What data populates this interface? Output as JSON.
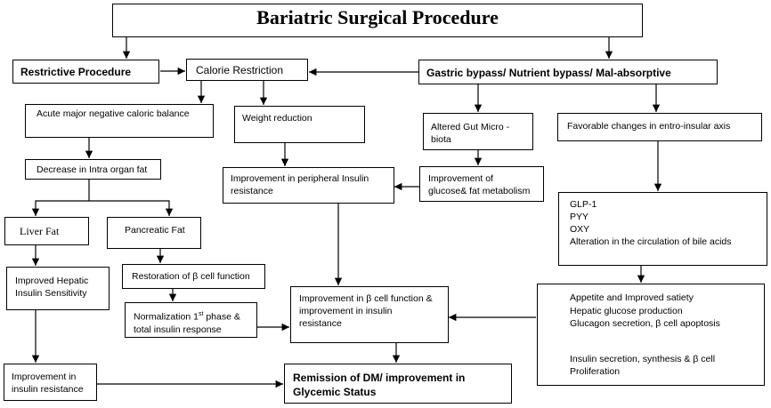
{
  "title": "Bariatric Surgical Procedure",
  "nodes": {
    "restrictive": "Restrictive Procedure",
    "calorie": "Calorie Restriction",
    "gastric": "Gastric bypass/ Nutrient bypass/ Mal-absorptive",
    "acute": "Acute major negative caloric balance",
    "weight": "Weight reduction",
    "gut": "Altered Gut Micro -\nbiota",
    "favorable": "Favorable changes in entro-insular axis",
    "organ_fat": "Decrease in Intra organ fat",
    "glucose_fat": "Improvement of\nglucose& fat metabolism",
    "peripheral": "Improvement in peripheral Insulin\nresistance",
    "hormones": "GLP-1\nPYY\nOXY\nAlteration in the circulation of bile acids",
    "liver_fat": "Liver Fat",
    "pancreatic_fat": "Pancreatic Fat",
    "hepatic": "Improved Hepatic\nInsulin Sensitivity",
    "restoration": "Restoration of β cell function",
    "normalization_a": "Normalization 1",
    "normalization_sup": "st",
    "normalization_b": " phase &\ntotal insulin response",
    "beta_improve": "Improvement in β cell function &\nimprovement in insulin\nresistance",
    "effects_down": "Appetite and Improved satiety\nHepatic glucose production\nGlucagon secretion, β cell apoptosis",
    "effects_up": "Insulin secretion, synthesis & β cell\nProliferation",
    "insulin_res": "Improvement in\ninsulin resistance",
    "remission": "Remission of DM/ improvement in\nGlycemic Status"
  }
}
